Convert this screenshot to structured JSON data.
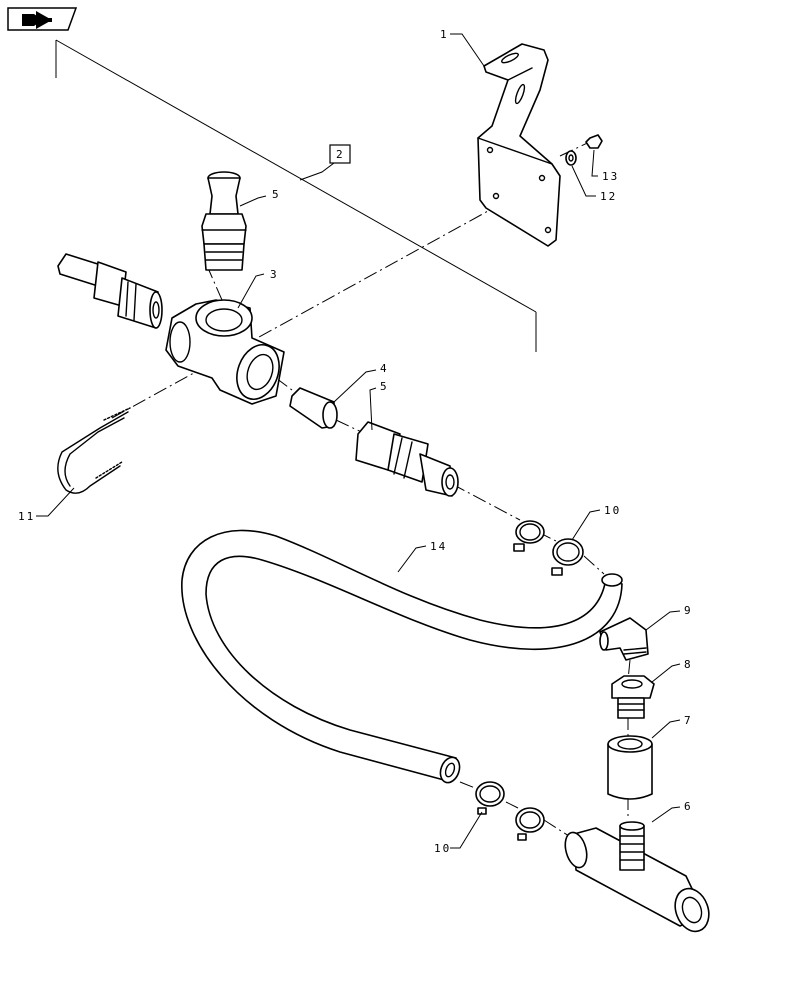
{
  "nav_icon": "previous-page-arrow-icon",
  "callouts": [
    {
      "id": "c1",
      "label": "1"
    },
    {
      "id": "c2",
      "label": "2"
    },
    {
      "id": "c3",
      "label": "3"
    },
    {
      "id": "c4",
      "label": "4"
    },
    {
      "id": "c5a",
      "label": "5"
    },
    {
      "id": "c5b",
      "label": "5"
    },
    {
      "id": "c6",
      "label": "6"
    },
    {
      "id": "c7",
      "label": "7"
    },
    {
      "id": "c8",
      "label": "8"
    },
    {
      "id": "c9",
      "label": "9"
    },
    {
      "id": "c10a",
      "label": "10"
    },
    {
      "id": "c10b",
      "label": "10"
    },
    {
      "id": "c11",
      "label": "11"
    },
    {
      "id": "c12",
      "label": "12"
    },
    {
      "id": "c13",
      "label": "13"
    },
    {
      "id": "c14",
      "label": "14"
    }
  ],
  "parts": [
    "mounting-bracket",
    "assembly-reference-box",
    "tee-fitting",
    "valve-insert",
    "hose-barb-fitting",
    "hose-barb-fitting",
    "tee-connector",
    "coupler",
    "reducer-bushing",
    "elbow-fitting",
    "hose-clamp",
    "hose-clamp",
    "u-bolt",
    "washer",
    "nut",
    "hose"
  ]
}
